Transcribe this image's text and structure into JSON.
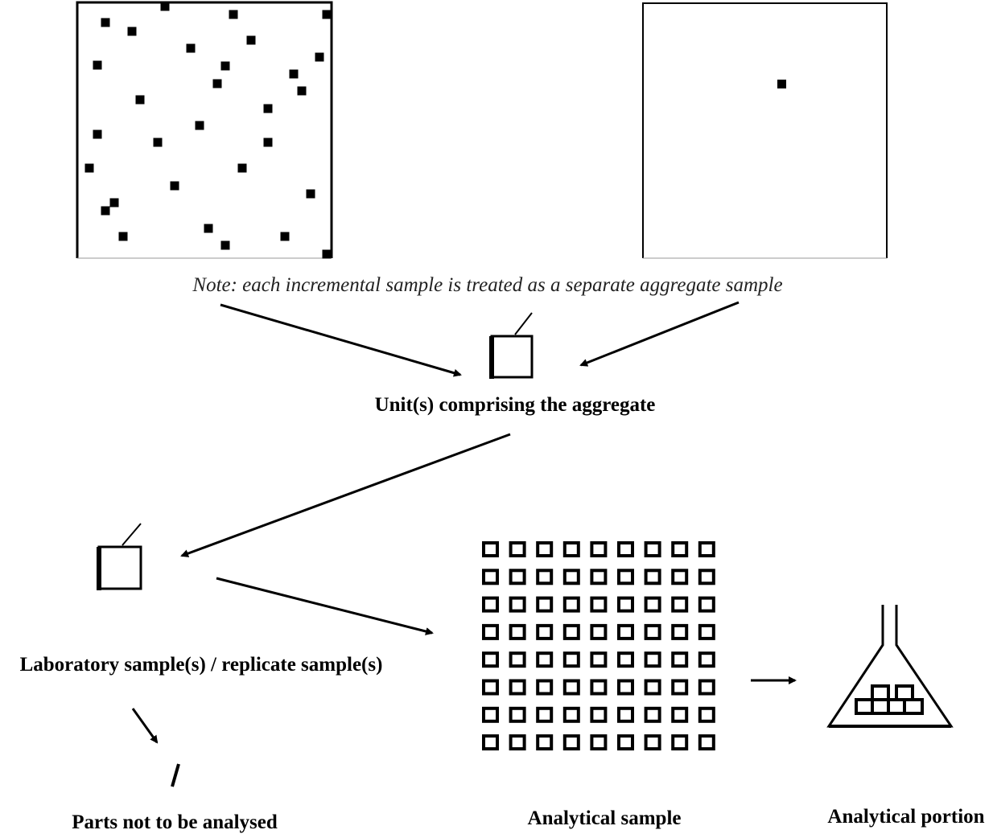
{
  "note": "Note: each incremental sample is treated as a separate aggregate sample",
  "labels": {
    "aggregate_units": "Unit(s) comprising the aggregate",
    "laboratory_sample": "Laboratory sample(s) / replicate sample(s)",
    "parts_not_analysed": "Parts not to be analysed",
    "analytical_sample": "Analytical sample",
    "analytical_portion": "Analytical portion"
  },
  "colors": {
    "ink": "#000000",
    "background": "#ffffff"
  }
}
